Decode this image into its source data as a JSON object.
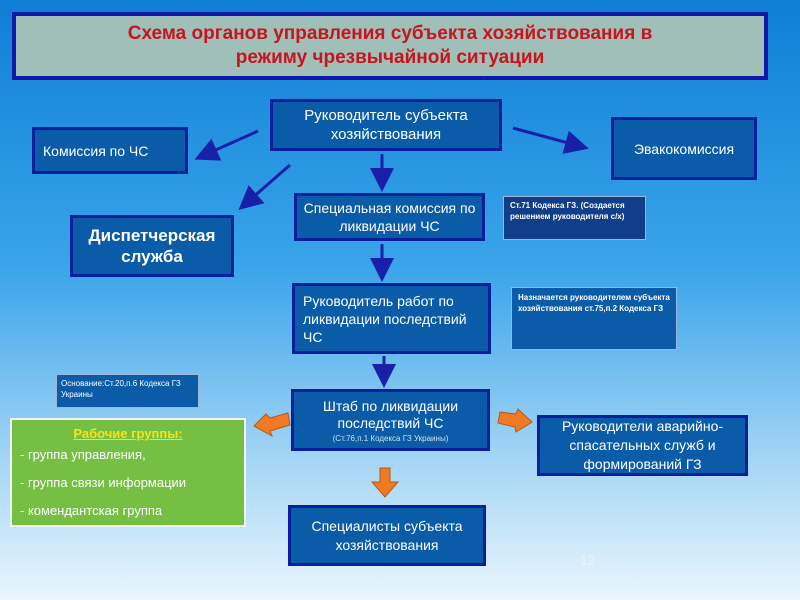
{
  "title": {
    "line1": "Схема органов управления субъекта хозяйствования в",
    "line2": "режиму чрезвычайной ситуации"
  },
  "nodes": {
    "head": "Руководитель субъекта хозяйствования",
    "commission": "Комиссия по ЧС",
    "evac": "Эвакокомиссия",
    "dispatch": "Диспетчерская служба",
    "special_commission": "Специальная комиссия по ликвидации ЧС",
    "works_leader": "Руководитель работ по ликвидации последствий ЧС",
    "hq": "Штаб по ликвидации последствий ЧС",
    "hq_sub": "(Ст.76,п.1 Кодекса ГЗ Украины)",
    "rescue_leaders": "Руководители аварийно-спасательных служб и формирований ГЗ",
    "specialists": "Специалисты субъекта хозяйствования"
  },
  "notes": {
    "n1": "Ст.71 Кодекса ГЗ. (Создается решением руководителя с/х)",
    "n2": "Назначается руководителем субъекта хозяйствования ст.75,п.2 Кодекса ГЗ",
    "n3": "Основание:Ст.20,п.6 Кодекса ГЗ Украины"
  },
  "groups": {
    "title": "Рабочие группы:",
    "items": [
      "- группа управления,",
      "- группа связи информации",
      "- комендантская группа"
    ]
  },
  "page_number": "12",
  "colors": {
    "node_fill": "#0a5ca8",
    "node_border": "#0a1f9c",
    "title_text": "#c8141c",
    "groups_fill": "#75c043",
    "orange_arrow": "#f07a24"
  }
}
